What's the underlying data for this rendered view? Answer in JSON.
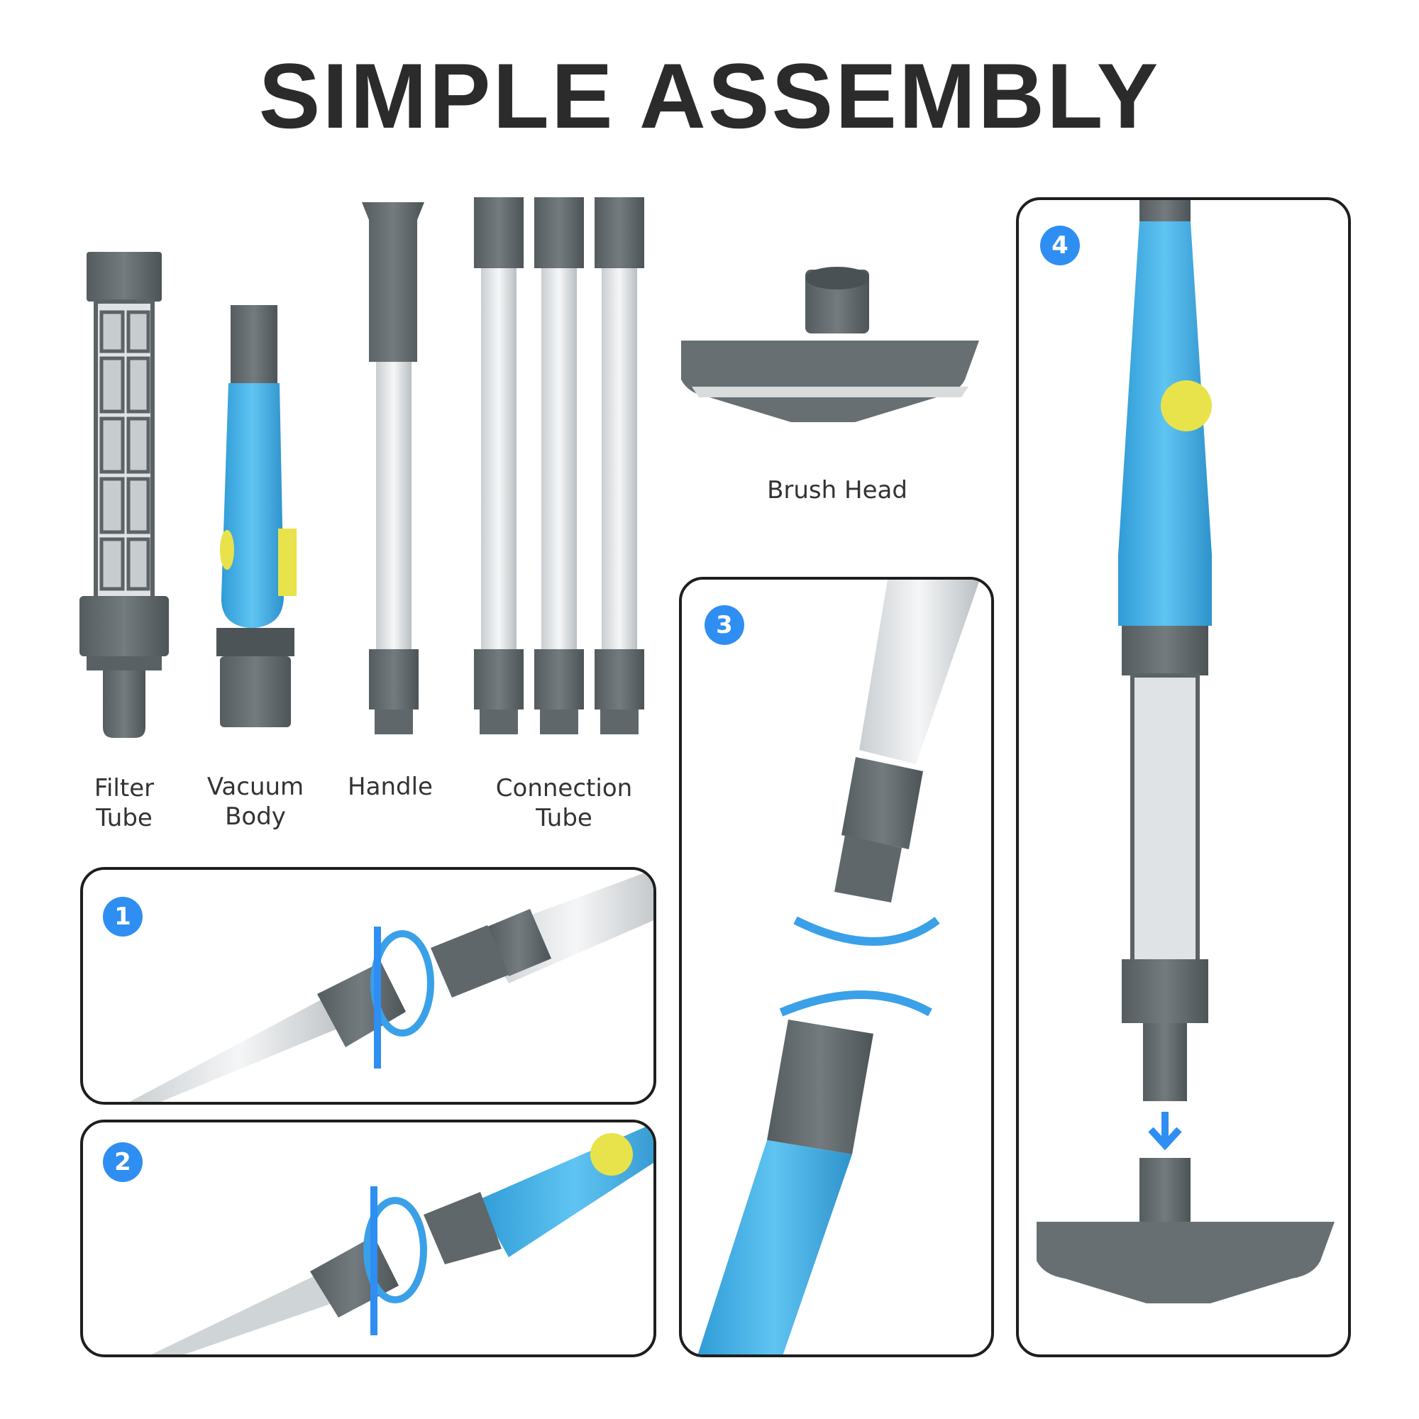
{
  "title": "SIMPLE ASSEMBLY",
  "parts": {
    "filter_tube": "Filter\nTube",
    "vacuum_body": "Vacuum\nBody",
    "handle": "Handle",
    "connection_tube": "Connection\nTube",
    "brush_head": "Brush Head"
  },
  "steps": [
    "1",
    "2",
    "3",
    "4"
  ],
  "colors": {
    "grey": "#626a6d",
    "dark_grey": "#4f5659",
    "blue": "#48b2e6",
    "yellow": "#e8e34a",
    "badge_blue": "#2f8ef1",
    "border": "#1e1e1e"
  }
}
